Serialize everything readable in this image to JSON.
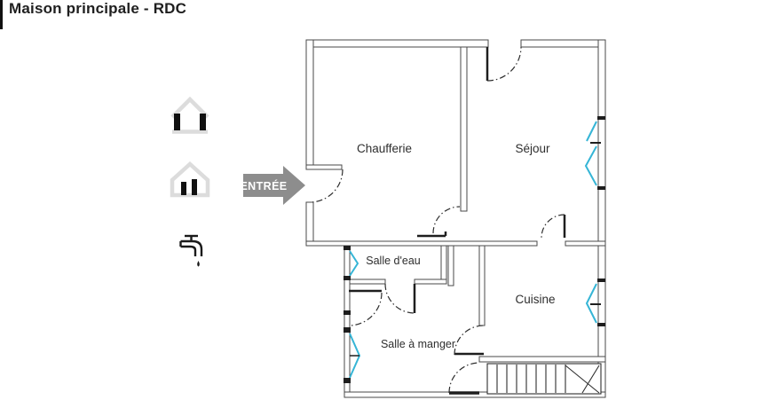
{
  "title": "Maison principale - RDC",
  "plan": {
    "entrance_label": "ENTRÉE",
    "rooms": [
      {
        "name": "chaufferie",
        "label": "Chaufferie"
      },
      {
        "name": "sejour",
        "label": "Séjour"
      },
      {
        "name": "salle-deau",
        "label": "Salle d'eau"
      },
      {
        "name": "cuisine",
        "label": "Cuisine"
      },
      {
        "name": "salle-a-manger",
        "label": "Salle à manger"
      }
    ]
  },
  "legend_icons": [
    {
      "name": "house-upper-floor-icon"
    },
    {
      "name": "house-ground-floor-icon"
    },
    {
      "name": "faucet-icon"
    }
  ],
  "colors": {
    "wall_line": "#4a4a4a",
    "window_accent": "#35b5d6",
    "entrance_arrow": "#8d8d8d",
    "title_text": "#1f1f1f"
  }
}
